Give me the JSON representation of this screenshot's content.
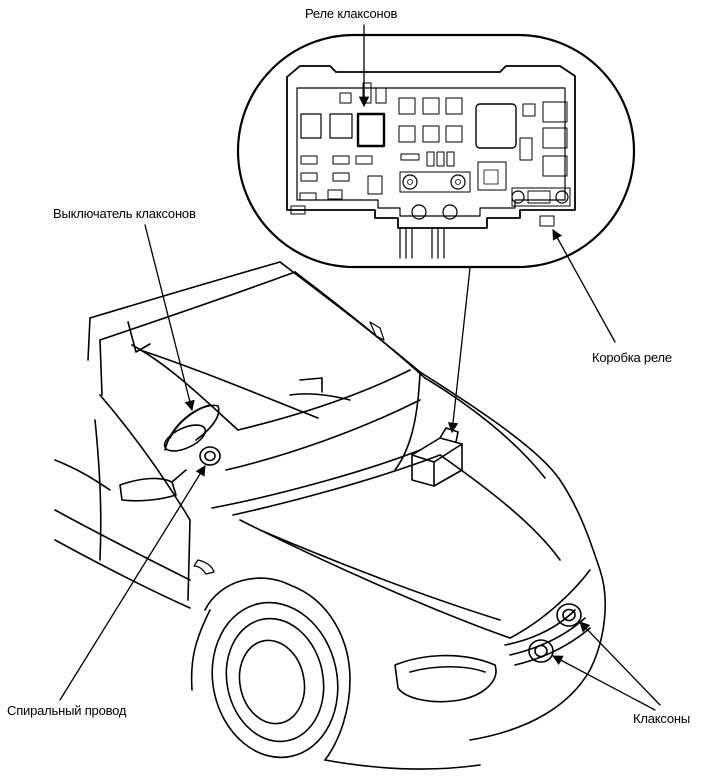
{
  "labels": {
    "horn_relay": "Реле клаксонов",
    "horn_switch": "Выключатель клаксонов",
    "relay_box": "Коробка реле",
    "clock_spring": "Спиральный провод",
    "horns": "Клаксоны"
  },
  "colors": {
    "ink": "#000000",
    "background": "#ffffff"
  }
}
